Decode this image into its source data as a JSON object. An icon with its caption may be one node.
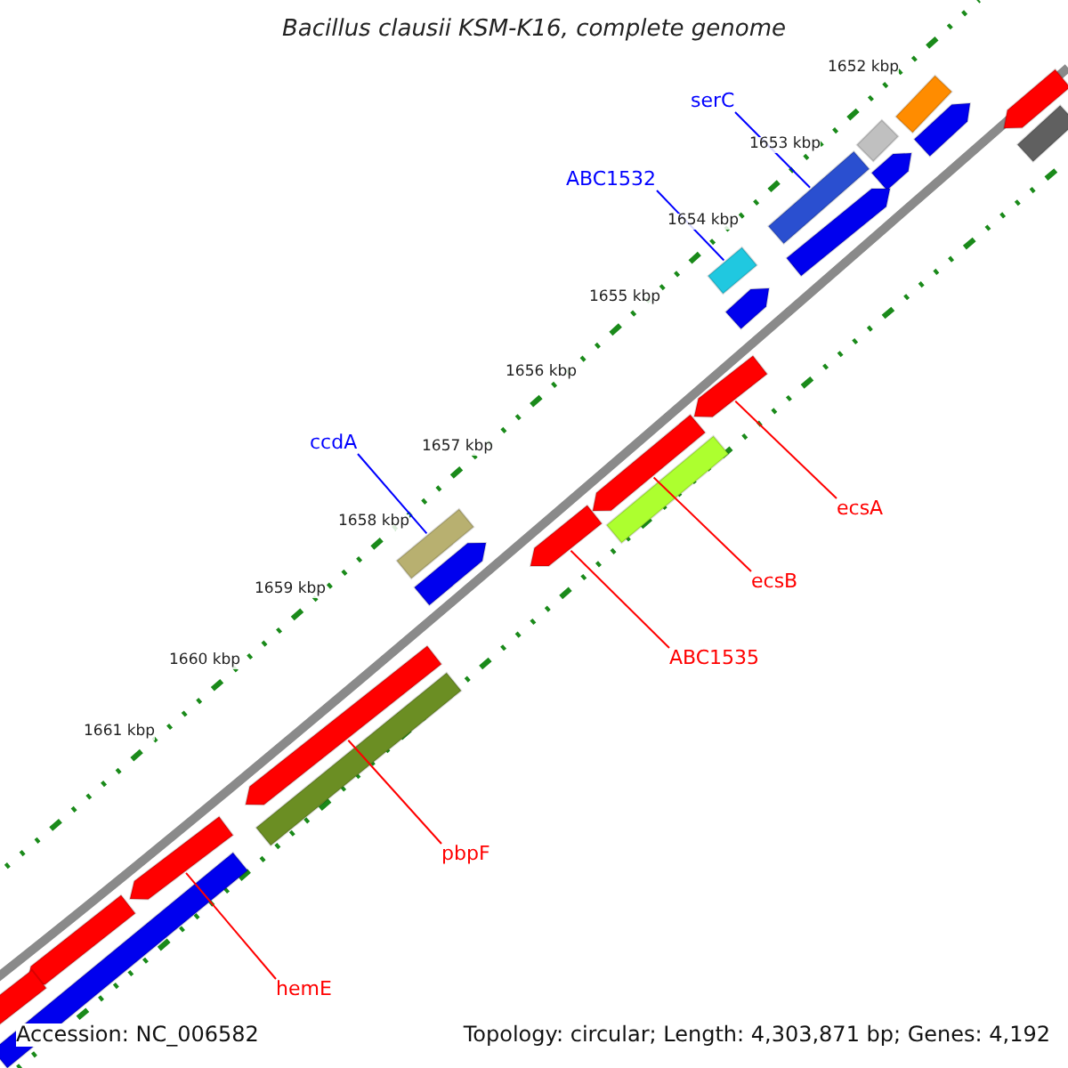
{
  "diagram": {
    "title": "Bacillus clausii KSM-K16, complete genome",
    "nodes": [
      {
        "text": [
          "serC"
        ]
      },
      {
        "text": [],
        "shape": "bar"
      },
      {
        "text": [
          "ABC1532"
        ]
      },
      {
        "text": [],
        "shape": "bar"
      },
      {
        "text": [
          "ccdA"
        ]
      },
      {
        "text": [],
        "shape": "bar"
      },
      {
        "text": [
          "ecsA"
        ]
      },
      {
        "text": [],
        "shape": "arrow"
      },
      {
        "text": [
          "ecsB"
        ]
      },
      {
        "text": [],
        "shape": "arrow"
      },
      {
        "text": [
          "ABC1535"
        ]
      },
      {
        "text": [],
        "shape": "arrow"
      },
      {
        "text": [
          "pbpF"
        ]
      },
      {
        "text": [],
        "shape": "arrow"
      },
      {
        "text": [
          "hemE"
        ]
      },
      {
        "text": [],
        "shape": "arrow"
      },
      {
        "text": [],
        "shape": "arrow"
      },
      {
        "text": [],
        "shape": "bar"
      },
      {
        "text": [],
        "shape": "bar"
      },
      {
        "text": [],
        "shape": "arrow"
      },
      {
        "text": [],
        "shape": "bar"
      },
      {
        "text": [],
        "shape": "arrow"
      },
      {
        "text": [],
        "shape": "arrow"
      },
      {
        "text": [],
        "shape": "arrow"
      },
      {
        "text": [],
        "shape": "bar"
      },
      {
        "text": [],
        "shape": "arrow"
      },
      {
        "text": [],
        "shape": "bar"
      },
      {
        "text": [],
        "shape": "arrow"
      },
      {
        "text": [],
        "shape": "bar"
      },
      {
        "text": [],
        "shape": "bar"
      }
    ],
    "edges": [
      {
        "from": 0,
        "to": 1,
        "arrow": "none",
        "color": "#0000ff"
      },
      {
        "from": 2,
        "to": 3,
        "arrow": "none",
        "color": "#0000ff"
      },
      {
        "from": 4,
        "to": 5,
        "arrow": "none",
        "color": "#0000ff"
      },
      {
        "from": 6,
        "to": 7,
        "arrow": "none"
      },
      {
        "from": 8,
        "to": 9,
        "arrow": "none"
      },
      {
        "from": 10,
        "to": 11,
        "arrow": "none"
      },
      {
        "from": 12,
        "to": 13,
        "arrow": "none"
      },
      {
        "from": 14,
        "to": 15,
        "arrow": "none"
      }
    ],
    "labels": [
      "1652 kbp",
      "1653 kbp",
      "1654 kbp",
      "1655 kbp",
      "1656 kbp",
      "1657 kbp",
      "1658 kbp",
      "1659 kbp",
      "1660 kbp",
      "1661 kbp",
      "Accession: NC_006582",
      "Topology: circular; Length: 4,303,871 bp; Genes: 4,192"
    ]
  }
}
